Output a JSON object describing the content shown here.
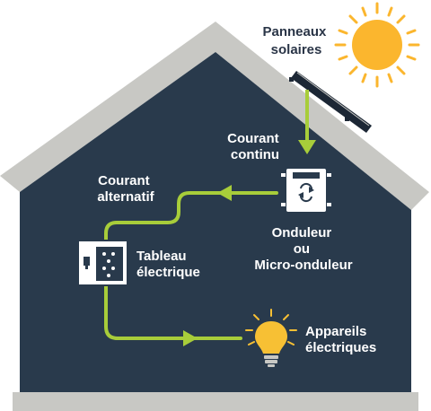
{
  "labels": {
    "solar_panels": [
      "Panneaux",
      "solaires"
    ],
    "dc_current": [
      "Courant",
      "continu"
    ],
    "ac_current": [
      "Courant",
      "alternatif"
    ],
    "inverter": [
      "Onduleur",
      "ou",
      "Micro-onduleur"
    ],
    "panel_board": [
      "Tableau",
      "électrique"
    ],
    "appliances": [
      "Appareils",
      "électriques"
    ]
  },
  "colors": {
    "house_fill": "#293a4c",
    "roof_edge": "#c8c8c4",
    "flow_line": "#a8cd3a",
    "sun": "#fbb62e",
    "bulb": "#f7c034",
    "ground": "#c8c8c4"
  },
  "icons": [
    "sun-icon",
    "solar-panel-icon",
    "inverter-icon",
    "electrical-panel-icon",
    "light-bulb-icon"
  ]
}
